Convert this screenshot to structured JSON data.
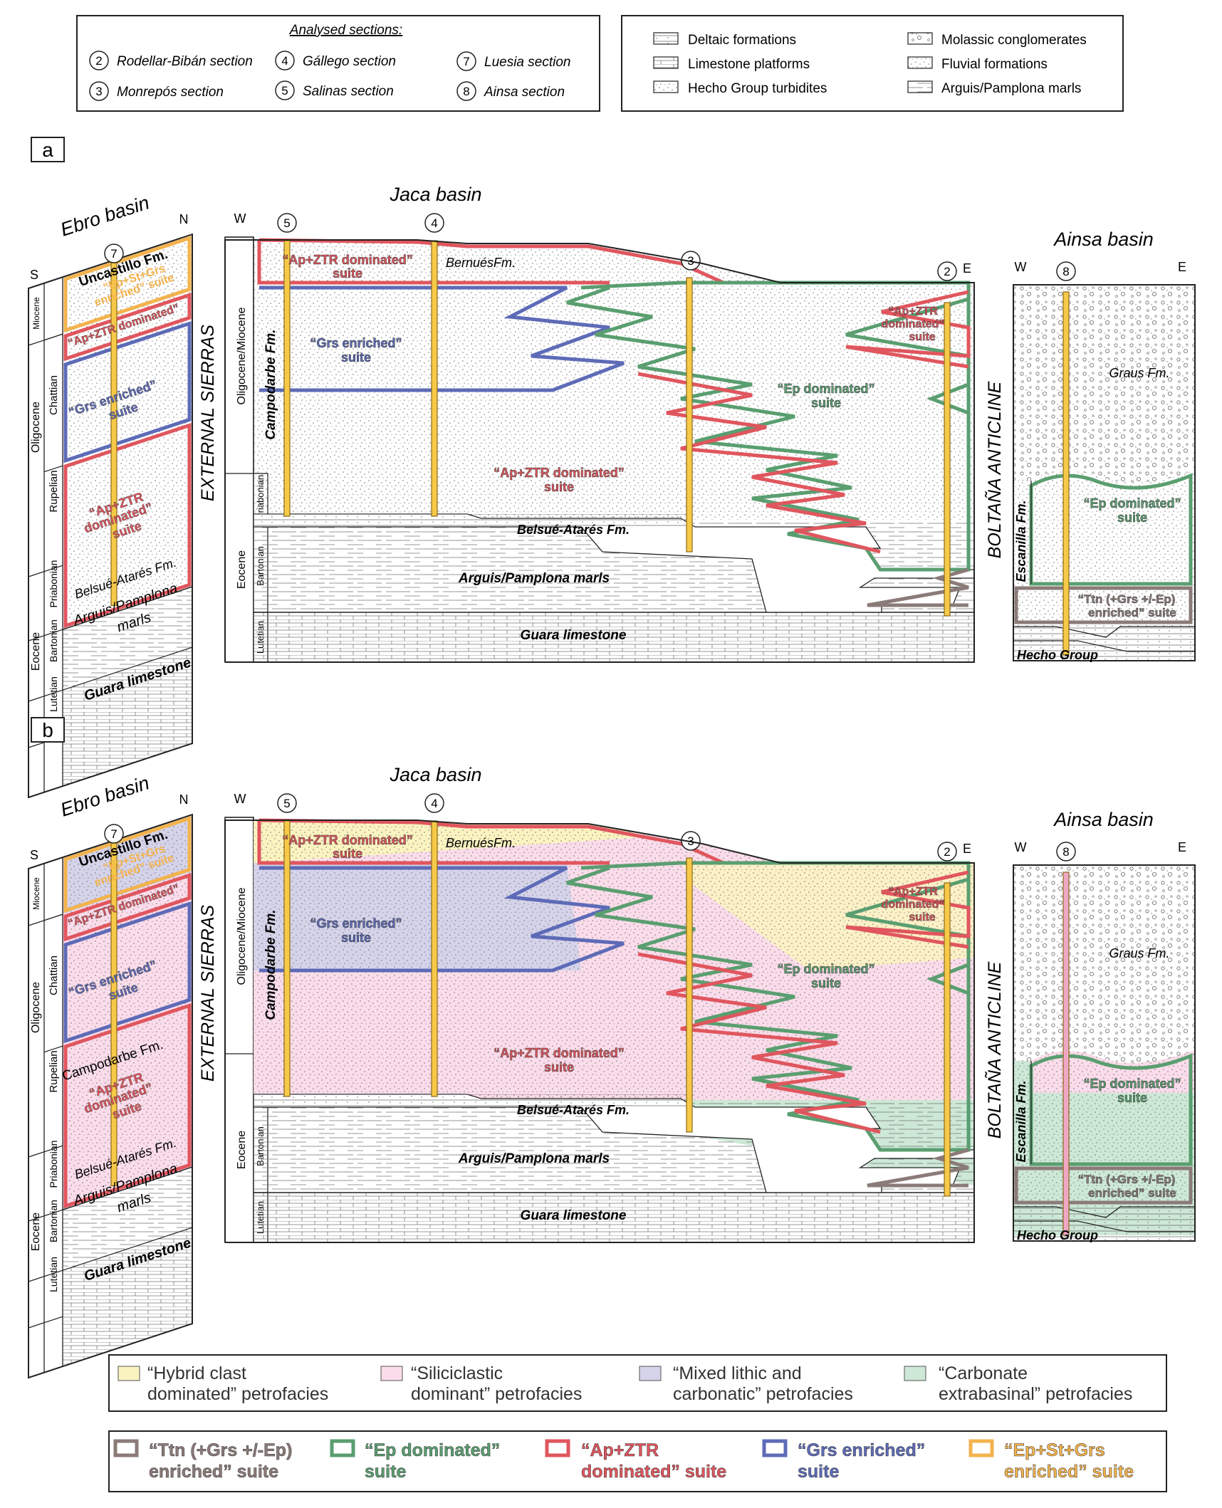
{
  "sections_legend": {
    "title": "Analysed sections:",
    "items": [
      {
        "num": "2",
        "label": "Rodellar-Bibán section"
      },
      {
        "num": "3",
        "label": "Monrepós section"
      },
      {
        "num": "4",
        "label": "Gállego section"
      },
      {
        "num": "5",
        "label": "Salinas section"
      },
      {
        "num": "7",
        "label": "Luesia section"
      },
      {
        "num": "8",
        "label": "Ainsa section"
      }
    ]
  },
  "formations_legend": [
    "Deltaic formations",
    "Limestone platforms",
    "Hecho Group turbidites",
    "Molassic conglomerates",
    "Fluvial formations",
    "Arguis/Pamplona marls"
  ],
  "panels": [
    {
      "letter": "a",
      "mode": "suites"
    },
    {
      "letter": "b",
      "mode": "petrofacies"
    }
  ],
  "labels": {
    "ebro_basin": "Ebro basin",
    "jaca_basin": "Jaca basin",
    "ainsa_basin": "Ainsa basin",
    "external_sierras": "EXTERNAL SIERRAS",
    "boltana": "BOLTAÑA ANTICLINE",
    "S": "S",
    "N": "N",
    "W": "W",
    "E": "E",
    "miocene": "Miocene",
    "oligocene": "Oligocene",
    "eocene": "Eocene",
    "chattian": "Chattian",
    "rupelian": "Rupelian",
    "priabonian": "Priabonian",
    "bartonian": "Bartonian",
    "lutetian": "Lutetian",
    "oligocene_miocene": "Oligocene/Miocene",
    "uncastillo": "Uncastillo Fm.",
    "campodarbe": "Campodarbe Fm.",
    "belsue": "Belsué-Atarés Fm.",
    "arguis": "Arguis/Pamplona",
    "marls": "marls",
    "arguis_marls": "Arguis/Pamplona marls",
    "guara": "Guara limestone",
    "bernues": "BernuésFm.",
    "graus": "Graus Fm.",
    "escanilla": "Escanilla Fm.",
    "hecho": "Hecho Group",
    "s_apztr_1": "“Ap+ZTR",
    "s_apztr_2": "dominated”",
    "s_apztr_3": "suite",
    "s_apztr_line": "“Ap+ZTR dominated”",
    "s_grs_line": "“Grs enriched”",
    "s_grs_1": "“Grs enriched”",
    "s_grs_2": "suite",
    "s_ep_line": "“Ep dominated”",
    "s_ep_stgrs_1": "“Ep+St+Grs",
    "s_ep_stgrs_2": "enriched” suite",
    "s_ttn_1": "“Ttn (+Grs +/-Ep)",
    "s_ttn_2": "enriched” suite",
    "suite": "suite"
  },
  "petrofacies_legend": [
    {
      "line1": "“Hybrid clast",
      "line2": "dominated” petrofacies",
      "color": "#fbf3c0"
    },
    {
      "line1": "“Siliciclastic",
      "line2": "dominant” petrofacies",
      "color": "#fadcea"
    },
    {
      "line1": "“Mixed lithic and",
      "line2": "carbonatic” petrofacies",
      "color": "#d5d3ea"
    },
    {
      "line1": "“Carbonate",
      "line2": "extrabasinal” petrofacies",
      "color": "#cde8d6"
    }
  ],
  "suite_legend": [
    {
      "line1": "“Ttn (+Grs +/-Ep)",
      "line2": "enriched” suite",
      "color": "#8b7b78"
    },
    {
      "line1": "“Ep dominated”",
      "line2": "suite",
      "color": "#5a9e70"
    },
    {
      "line1": "“Ap+ZTR",
      "line2": "dominated” suite",
      "color": "#e0565e"
    },
    {
      "line1": "“Grs enriched”",
      "line2": "suite",
      "color": "#5d6bb7"
    },
    {
      "line1": "“Ep+St+Grs",
      "line2": "enriched” suite",
      "color": "#f3b34d"
    }
  ],
  "colors": {
    "ap": "#e0565e",
    "ep": "#5a9e70",
    "grs": "#5d6bb7",
    "epst": "#f3b34d",
    "ttn": "#8b7b78",
    "hybrid": "#fbf3c0",
    "silici": "#fadcea",
    "mixed": "#d5d3ea",
    "carb": "#cde8d6",
    "pole": "#f7c948"
  }
}
